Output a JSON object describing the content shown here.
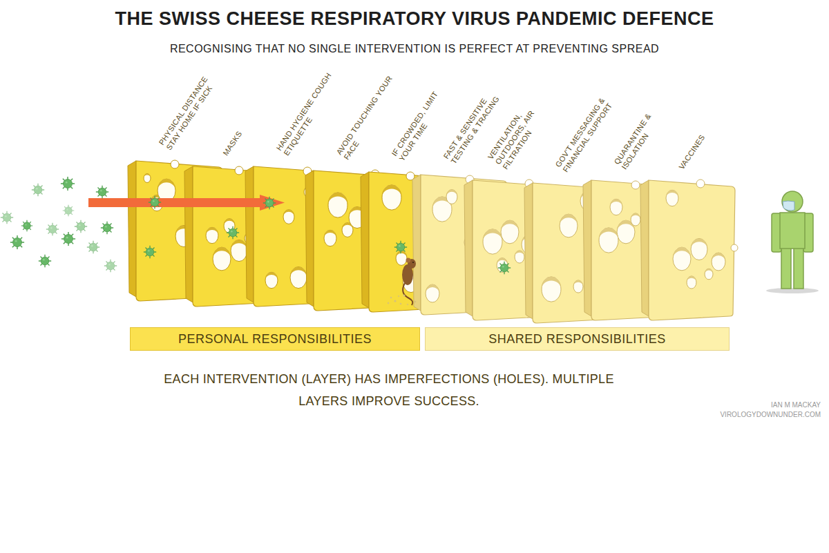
{
  "diagram": {
    "title": "THE SWISS CHEESE RESPIRATORY VIRUS PANDEMIC DEFENCE",
    "caption": "EACH INTERVENTION (LAYER) HAS IMPERFECTIONS (HOLES). MULTIPLE LAYERS IMPROVE SUCCESS.",
    "nodes": [
      {
        "text": [
          "PHYSICAL DISTANCE STAY HOME IF SICK"
        ]
      },
      {
        "text": [
          "MASKS"
        ]
      },
      {
        "text": [
          "HAND HYGIENE COUGH ETIQUETTE"
        ]
      },
      {
        "text": [
          "AVOID TOUCHING YOUR FACE"
        ]
      },
      {
        "text": [
          "IF CROWDED, LIMIT YOUR TIME"
        ]
      },
      {
        "text": [
          "FAST & SENSITIVE TESTING & TRACING"
        ]
      },
      {
        "text": [
          "VENTILATION, OUTDOORS, AIR FILTRATION"
        ]
      },
      {
        "text": [
          "GOV'T MESSAGING & FINANCIAL SUPPORT"
        ]
      },
      {
        "text": [
          "QUARANTINE & ISOLATION"
        ]
      },
      {
        "text": [
          "VACCINES"
        ]
      },
      {
        "text": [
          "PERSONAL RESPONSIBILITIES"
        ]
      },
      {
        "text": [
          "SHARED RESPONSIBILITIES"
        ]
      }
    ],
    "labels": [
      "RECOGNISING THAT NO SINGLE INTERVENTION IS PERFECT AT PREVENTING SPREAD",
      "IAN M MACKAY",
      "VIROLOGYDOWNUNDER.COM"
    ]
  }
}
